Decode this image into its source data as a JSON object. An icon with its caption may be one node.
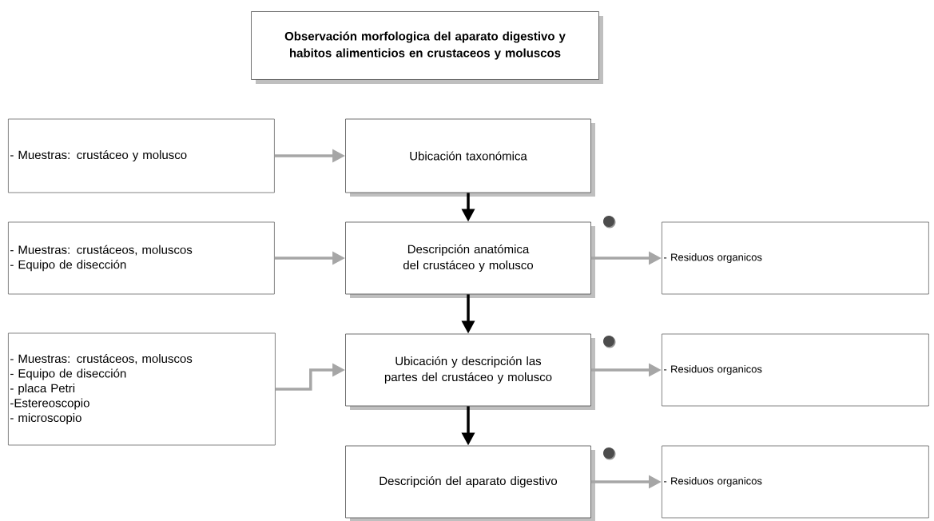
{
  "diagram": {
    "nodes": [
      {
        "text": [
          "Observación morfologica del aparato digestivo y habitos alimenticios en crustaceos y moluscos"
        ]
      },
      {
        "text": [
          "- Muestras: crustáceo y molusco"
        ]
      },
      {
        "text": [
          "Ubicación taxonómica"
        ]
      },
      {
        "text": [
          "- Muestras: crustáceos, moluscos",
          "- Equipo de disección"
        ]
      },
      {
        "text": [
          "Descripción  anatómica del crustáceo y molusco"
        ]
      },
      {
        "text": [
          "- Residuos organicos"
        ]
      },
      {
        "text": [
          "- Muestras: crustáceos, moluscos",
          "- Equipo de disección",
          "- placa Petri",
          "-Estereoscopio",
          "- microscopio"
        ]
      },
      {
        "text": [
          "Ubicación  y descripción las partes del crustáceo y molusco"
        ]
      },
      {
        "text": [
          "- Residuos organicos"
        ]
      },
      {
        "text": [
          "Descripción del aparato digestivo"
        ]
      },
      {
        "text": [
          "- Residuos organicos"
        ]
      }
    ],
    "edges": [
      {
        "from": 1,
        "to": 2,
        "arrow": "to"
      },
      {
        "from": 2,
        "to": 4,
        "arrow": "to",
        "color": "#000000"
      },
      {
        "from": 3,
        "to": 4,
        "arrow": "to"
      },
      {
        "from": 4,
        "to": 5,
        "arrow": "to"
      },
      {
        "from": 4,
        "to": 7,
        "arrow": "to",
        "color": "#000000"
      },
      {
        "from": 6,
        "to": 7,
        "arrow": "to"
      },
      {
        "from": 7,
        "to": 8,
        "arrow": "to"
      },
      {
        "from": 7,
        "to": 9,
        "arrow": "to",
        "color": "#000000"
      },
      {
        "from": 9,
        "to": 10,
        "arrow": "to"
      }
    ]
  }
}
